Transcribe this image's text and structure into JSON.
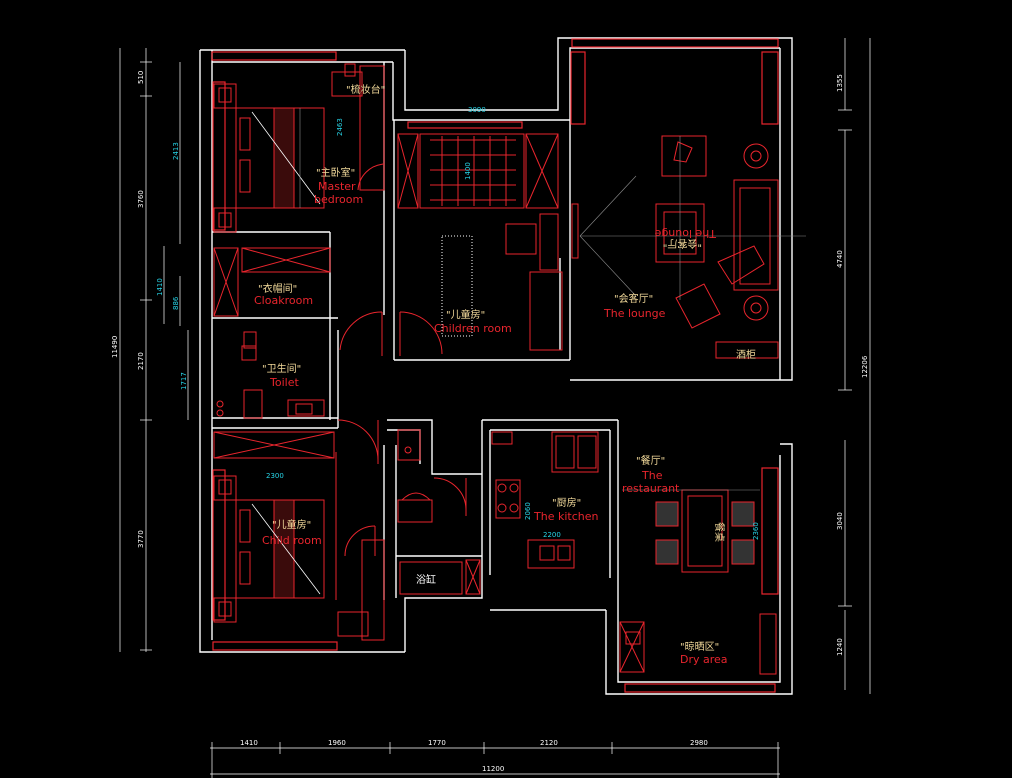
{
  "rooms": {
    "master": {
      "cn": "\"主卧室\"",
      "en1": "Master",
      "en2": "bedroom"
    },
    "dresser": {
      "cn": "\"梳妆台\""
    },
    "cloak": {
      "cn": "\"衣帽间\"",
      "en": "Cloakroom"
    },
    "toilet": {
      "cn": "\"卫生间\"",
      "en": "Toilet"
    },
    "child_top": {
      "cn": "\"儿童房\"",
      "en": "Children room"
    },
    "lounge": {
      "cn": "\"会客厅\"",
      "en": "The lounge",
      "mirror": "The lounge",
      "mirror_cn": "\"会客厅\""
    },
    "cabinet": {
      "cn": "酒柜"
    },
    "restaurant": {
      "cn": "\"餐厅\"",
      "en1": "The",
      "en2": "restaurant"
    },
    "side_cn": "餐桌",
    "kitchen": {
      "cn": "\"厨房\"",
      "en": "The kitchen"
    },
    "child_bottom": {
      "cn": "\"儿童房\"",
      "en": "Child room"
    },
    "bath": {
      "cn": "浴缸"
    },
    "dry": {
      "cn": "\"晾晒区\"",
      "en": "Dry area"
    }
  },
  "dims": {
    "bottom": [
      "1410",
      "1960",
      "1770",
      "2120",
      "2980"
    ],
    "total_bottom": "11200",
    "left_outer": "11490",
    "left": [
      "510",
      "3760",
      "2170",
      "3770"
    ],
    "left_inner": [
      "2413",
      "1410",
      "886",
      "1717"
    ],
    "right_outer": "12206",
    "right": [
      "1355",
      "4740",
      "3040",
      "1240"
    ],
    "cyan": {
      "top_child": "3090",
      "closet": "2413",
      "sofa_h": "1400",
      "cloak": "2300",
      "kitchen_w": "2200",
      "kitchen_h": "2060",
      "dining": "2360",
      "bed_mid": "2463"
    }
  }
}
